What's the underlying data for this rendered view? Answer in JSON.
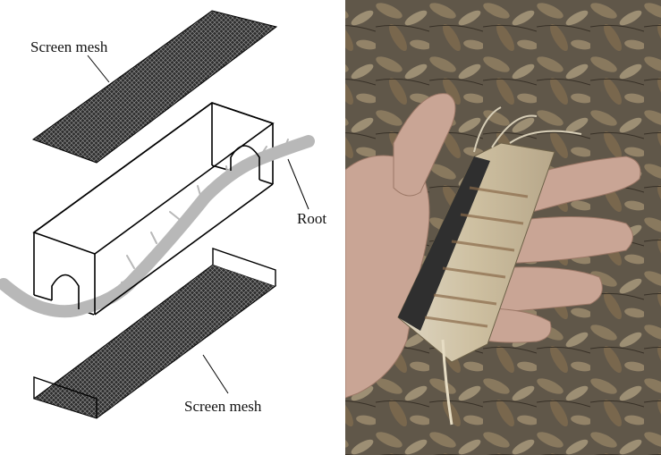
{
  "labels": {
    "screen_mesh_top": "Screen mesh",
    "root": "Root",
    "screen_mesh_bottom": "Screen mesh"
  },
  "colors": {
    "mesh_fill": "#3a3a3a",
    "mesh_lines": "#9a9a9a",
    "root": "#b9b9b9",
    "outline": "#000000"
  },
  "photo": {
    "subject": "hand holding a mesh root box containing a root, over dry leaf litter"
  }
}
